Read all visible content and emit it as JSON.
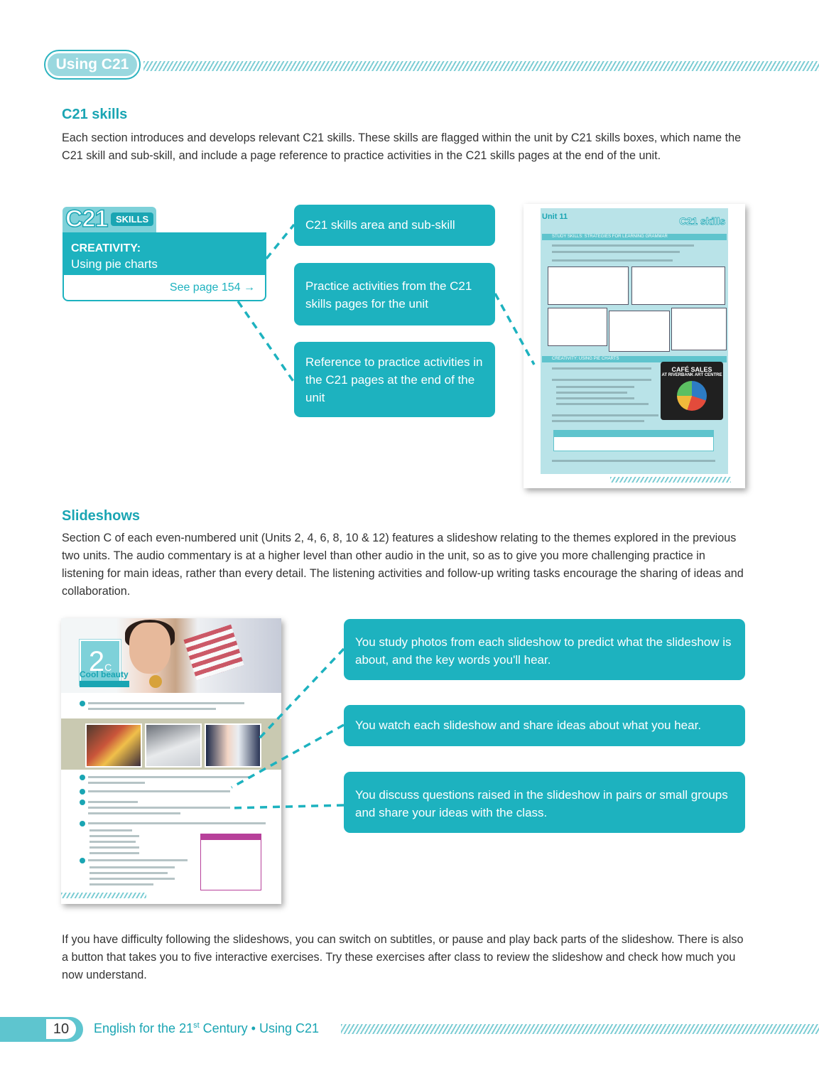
{
  "header": {
    "tab": "Using C21"
  },
  "c21_skills": {
    "heading": "C21 skills",
    "intro": "Each section introduces and develops relevant C21 skills. These skills are flagged within the unit by C21 skills boxes, which name the C21 skill and sub-skill, and include a page reference to practice activities in the C21 skills pages at the end of the unit.",
    "box": {
      "logo": "C21",
      "logo_tag": "SKILLS",
      "area": "CREATIVITY:",
      "subskill": "Using pie charts",
      "see_page": "See page 154"
    },
    "callouts": [
      "C21 skills area and sub-skill",
      "Practice activities from the C21 skills pages for the unit",
      "Reference to practice activities in the C21 pages at the end of the unit"
    ],
    "thumbnail": {
      "unit": "Unit 11",
      "logo": "C21 skills",
      "section1": "STUDY SKILLS: STRATEGIES FOR LEARNING GRAMMAR",
      "section2": "CREATIVITY: USING PIE CHARTS",
      "chart_title": "CAFÉ SALES",
      "chart_subtitle": "AT RIVERBANK ART CENTRE"
    }
  },
  "slideshows": {
    "heading": "Slideshows",
    "intro": "Section C of each even-numbered unit (Units 2, 4, 6, 8, 10 & 12) features a slideshow relating to the themes explored in the previous two units. The audio commentary is at a higher level than other audio in the unit, so as to give you more challenging practice in listening for main ideas, rather than every detail. The listening activities and follow-up writing tasks encourage the sharing of ideas and collaboration.",
    "callouts": [
      "You study photos from each slideshow to predict what the slideshow is about, and the key words you'll hear.",
      "You watch each slideshow and share ideas about what you hear.",
      "You discuss questions raised in the slideshow in pairs or small groups and share your ideas with the class."
    ],
    "thumbnail": {
      "unit_num": "2",
      "unit_letter": "C",
      "title": "Cool beauty"
    },
    "closing": "If you have difficulty following the slideshows, you can switch on subtitles, or pause and play back parts of the slideshow. There is also a button that takes you to five interactive exercises. Try these exercises after class to review the slideshow and check how much you now understand."
  },
  "footer": {
    "page_number": "10",
    "text_before": "English for the 21",
    "text_sup": "st",
    "text_after": " Century • Using C21"
  }
}
